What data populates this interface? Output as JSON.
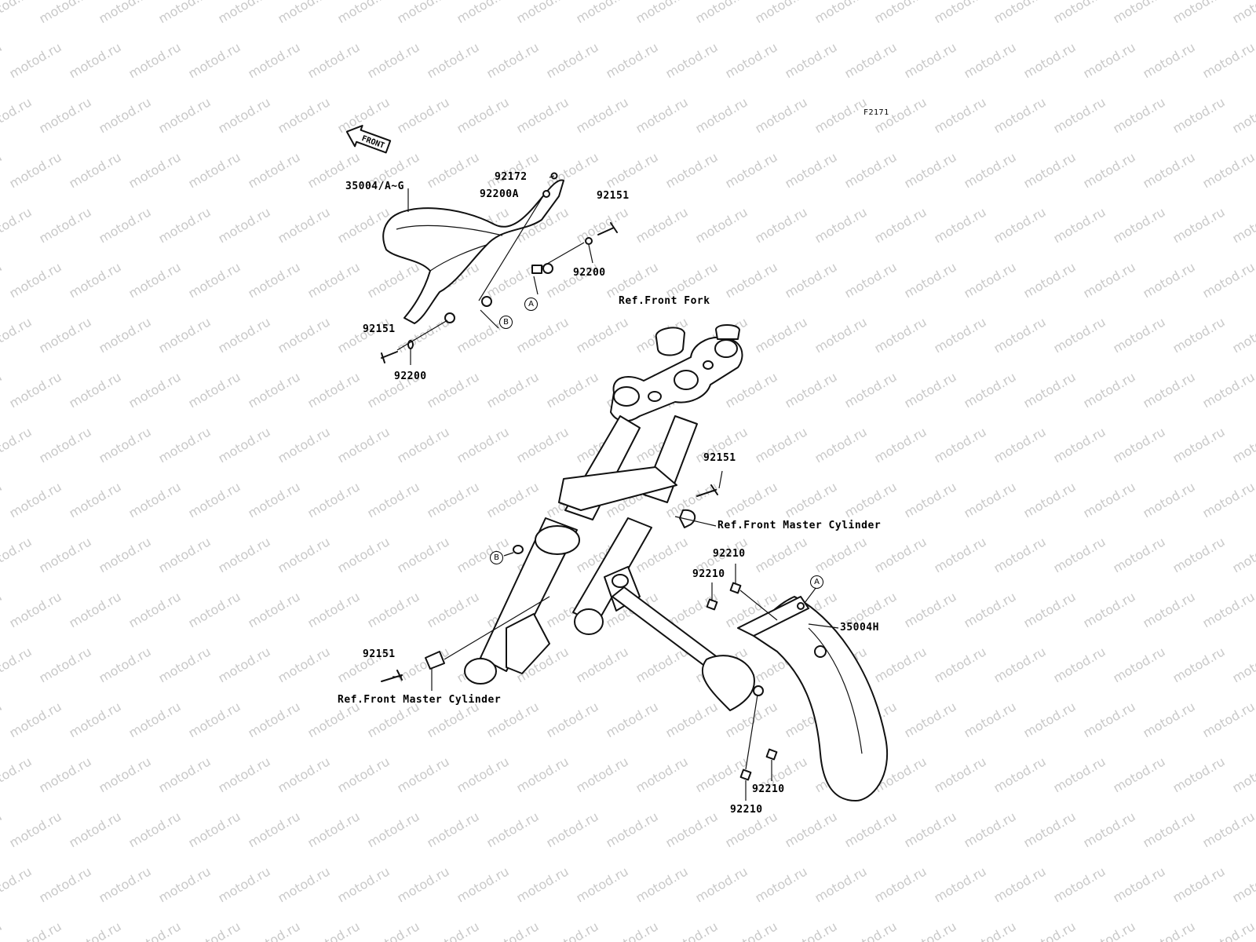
{
  "figure_code": "F2171",
  "direction_arrow": "FRONT",
  "watermark": "motod.ru",
  "labels": {
    "rear_fender": "35004/A~G",
    "screw_92172": "92172",
    "washer_92200a": "92200A",
    "bolt_top_right": "92151",
    "washer_right": "92200",
    "bolt_left": "92151",
    "washer_left": "92200",
    "ref_front_fork": "Ref.Front Fork",
    "bolt_mid": "92151",
    "ref_master_cyl_right": "Ref.Front Master Cylinder",
    "clip_1": "92210",
    "clip_2": "92210",
    "front_fender": "35004H",
    "bolt_bottom_left": "92151",
    "ref_master_cyl_left": "Ref.Front Master Cylinder",
    "clip_3": "92210",
    "clip_4": "92210"
  },
  "markers": {
    "a_upper": "A",
    "b_upper": "B",
    "b_lower": "B",
    "a_lower": "A"
  }
}
